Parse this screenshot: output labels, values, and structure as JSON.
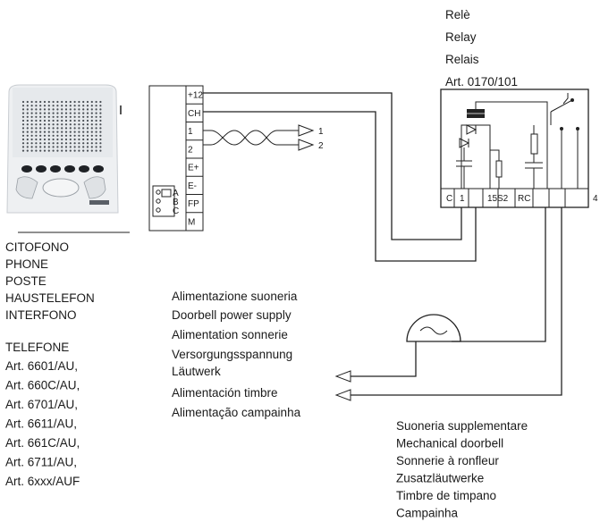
{
  "relay": {
    "title_lines": [
      "Relè",
      "Relay",
      "Relais",
      "Art. 0170/101"
    ],
    "terminals": [
      "C",
      "1",
      "15",
      "S2",
      "RC",
      "4"
    ]
  },
  "terminal_block": {
    "labels": [
      "+12",
      "CH",
      "1",
      "2",
      "E+",
      "E-",
      "FP",
      "M"
    ],
    "connector_labels": [
      "A",
      "B",
      "C"
    ]
  },
  "twisted_pair": {
    "out_labels": [
      "1",
      "2"
    ]
  },
  "phone": {
    "name_lines": [
      "CITOFONO",
      "PHONE",
      "POSTE",
      "HAUSTELEFON",
      "INTERFONO"
    ],
    "telefone": "TELEFONE",
    "articles": [
      "Art. 6601/AU,",
      "Art. 660C/AU,",
      "Art. 6701/AU,",
      "Art. 6611/AU,",
      "Art. 661C/AU,",
      "Art. 6711/AU,",
      "Art. 6xxx/AUF"
    ]
  },
  "power_supply": {
    "lines": [
      "Alimentazione suoneria",
      "Doorbell power supply",
      "Alimentation sonnerie",
      "Versorgungsspannung",
      "Läutwerk",
      "Alimentación timbre",
      "Alimentação campainha"
    ]
  },
  "doorbell": {
    "lines": [
      "Suoneria supplementare",
      "Mechanical doorbell",
      "Sonnerie à ronfleur",
      "Zusatzläutwerke",
      "Timbre de timpano",
      "Campainha"
    ]
  }
}
